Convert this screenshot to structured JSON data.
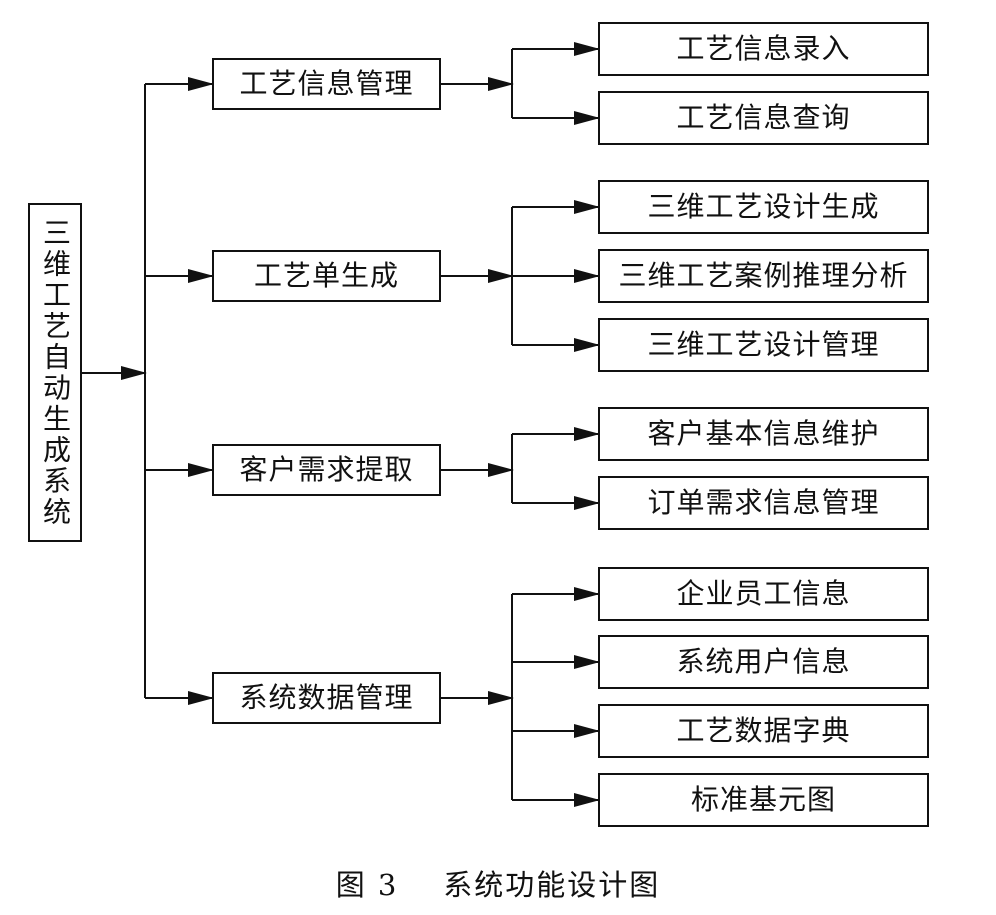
{
  "root": {
    "label": "三维工艺自动生成系统"
  },
  "modules": [
    {
      "label": "工艺信息管理",
      "children": [
        "工艺信息录入",
        "工艺信息查询"
      ]
    },
    {
      "label": "工艺单生成",
      "children": [
        "三维工艺设计生成",
        "三维工艺案例推理分析",
        "三维工艺设计管理"
      ]
    },
    {
      "label": "客户需求提取",
      "children": [
        "客户基本信息维护",
        "订单需求信息管理"
      ]
    },
    {
      "label": "系统数据管理",
      "children": [
        "企业员工信息",
        "系统用户信息",
        "工艺数据字典",
        "标准基元图"
      ]
    }
  ],
  "caption": {
    "figure": "图 3",
    "title": "系统功能设计图"
  },
  "colors": {
    "line": "#111111",
    "background": "#ffffff"
  }
}
